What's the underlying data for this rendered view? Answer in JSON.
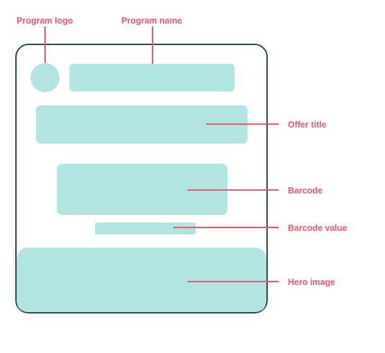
{
  "labels": {
    "program_logo": "Program logo",
    "program_name": "Program name",
    "offer_title": "Offer title",
    "barcode": "Barcode",
    "barcode_value": "Barcode value",
    "hero_image": "Hero image"
  },
  "colors": {
    "card_outline": "#1f4d49",
    "placeholder_fill": "#b2e5e2",
    "callout": "#f0566a",
    "background": "#ffffff"
  }
}
